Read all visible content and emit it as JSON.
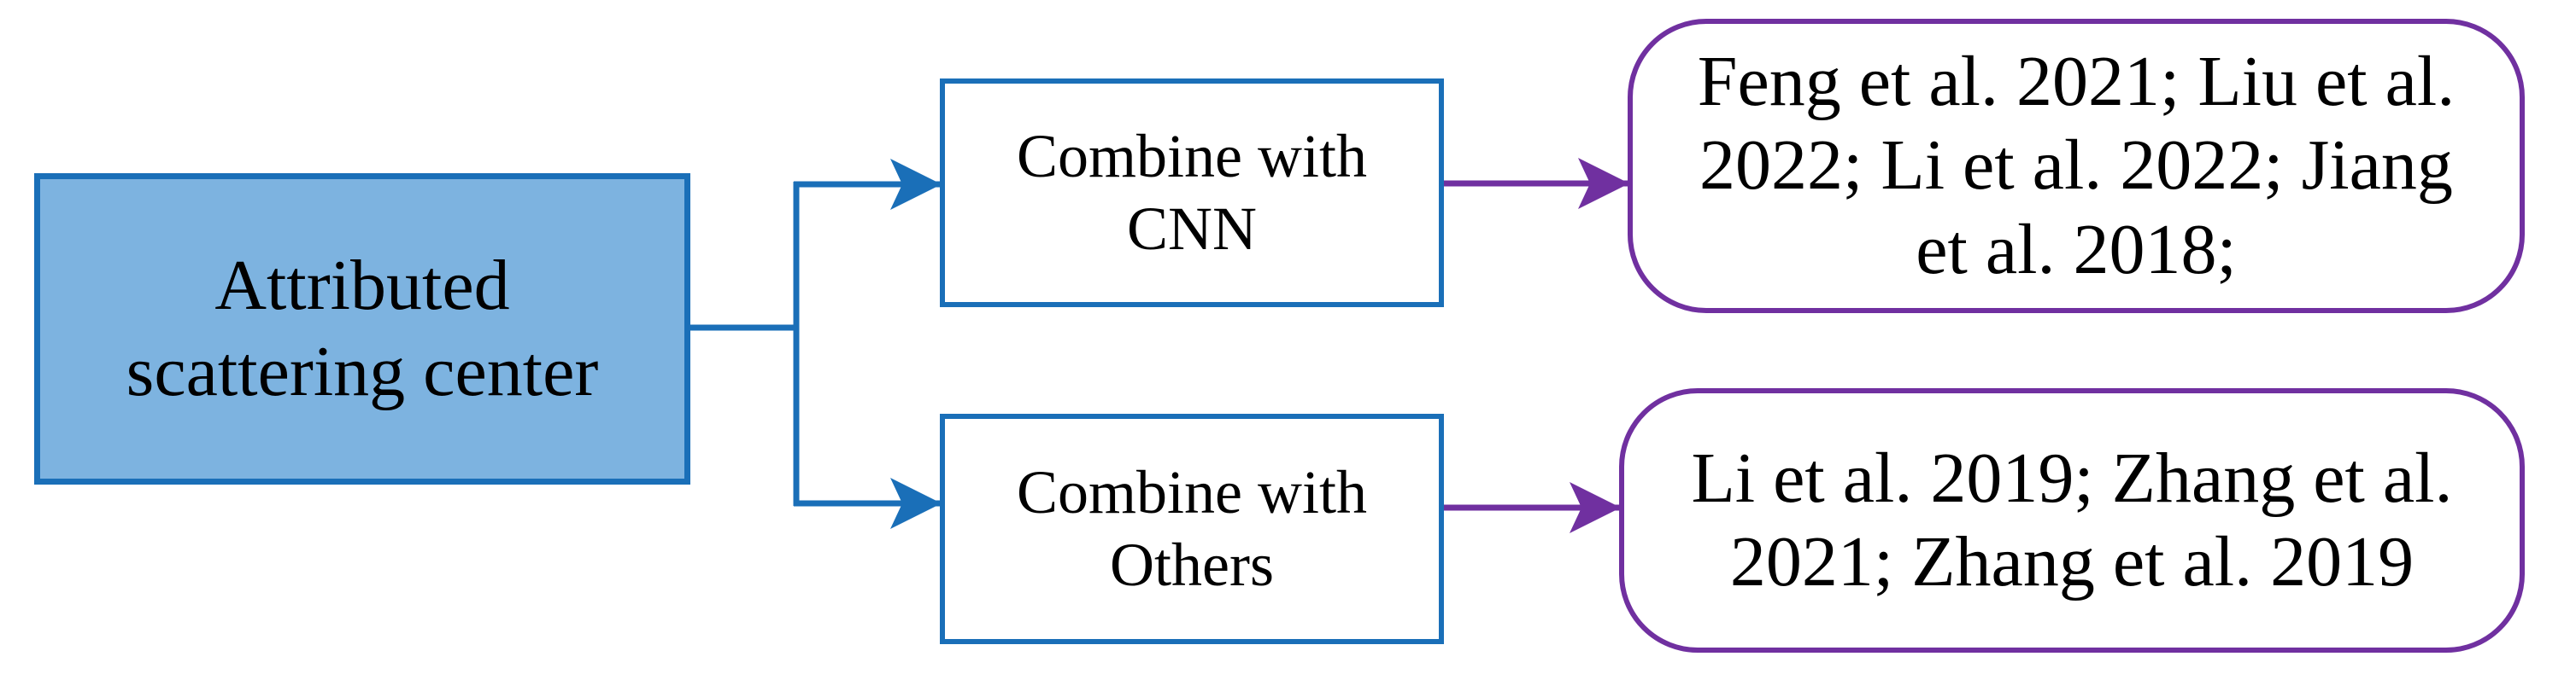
{
  "diagram": {
    "root": {
      "lines": [
        "Attributed",
        "scattering center"
      ]
    },
    "methods": [
      {
        "lines": [
          "Combine with",
          "CNN"
        ]
      },
      {
        "lines": [
          "Combine with",
          "Others"
        ]
      }
    ],
    "references": [
      {
        "lines": [
          "Feng et al. 2021; Liu et al.",
          "2022; Li et al. 2022; Jiang",
          "et al. 2018;"
        ]
      },
      {
        "lines": [
          "Li et al. 2019; Zhang et al.",
          "2021; Zhang et al. 2019"
        ]
      }
    ]
  },
  "colors": {
    "root_fill": "#7db3e0",
    "blue_stroke": "#1a6fb8",
    "purple_stroke": "#7030a0"
  }
}
